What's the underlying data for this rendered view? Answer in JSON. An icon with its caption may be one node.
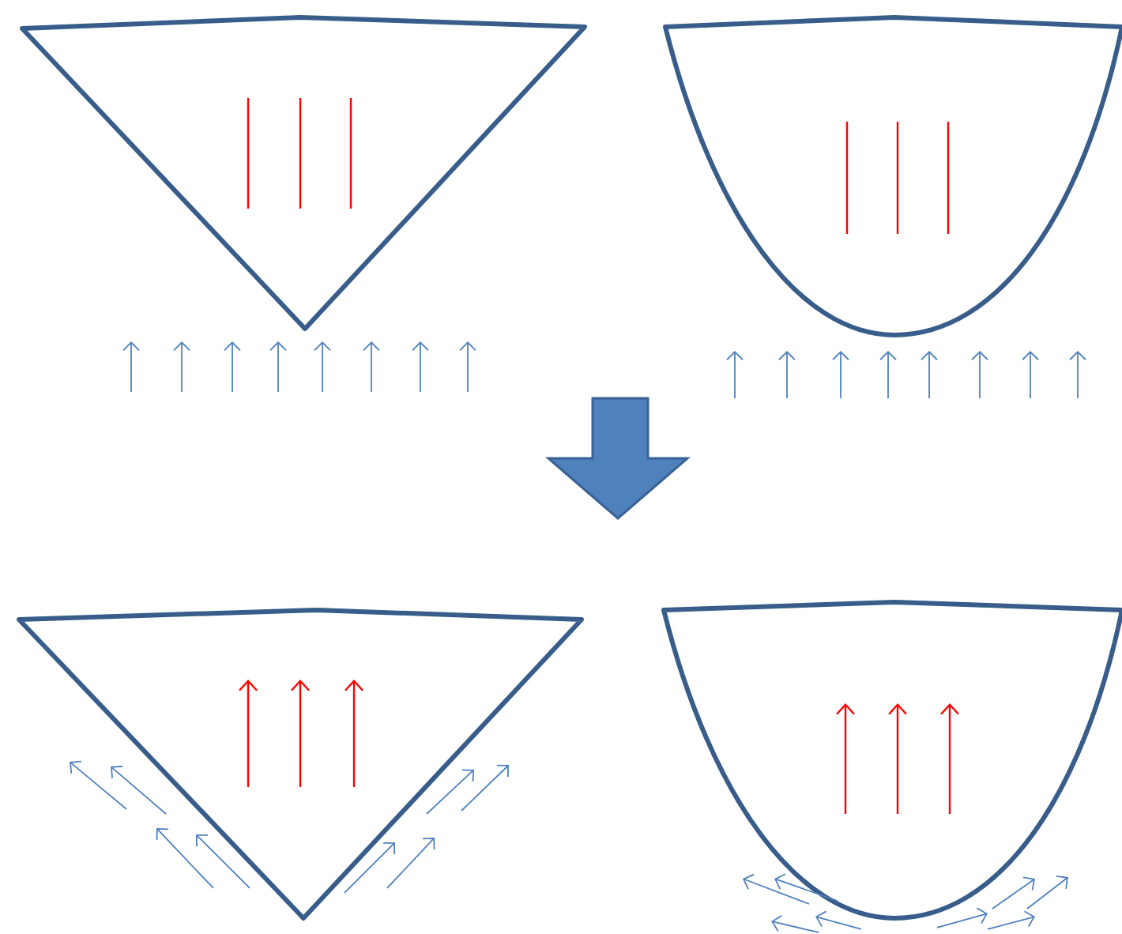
{
  "diagram": {
    "nodes": [
      {
        "text": [],
        "shape": "triangle"
      },
      {
        "text": [],
        "shape": "bowl"
      },
      {
        "text": [],
        "shape": "triangle"
      },
      {
        "text": [],
        "shape": "bowl"
      }
    ]
  }
}
